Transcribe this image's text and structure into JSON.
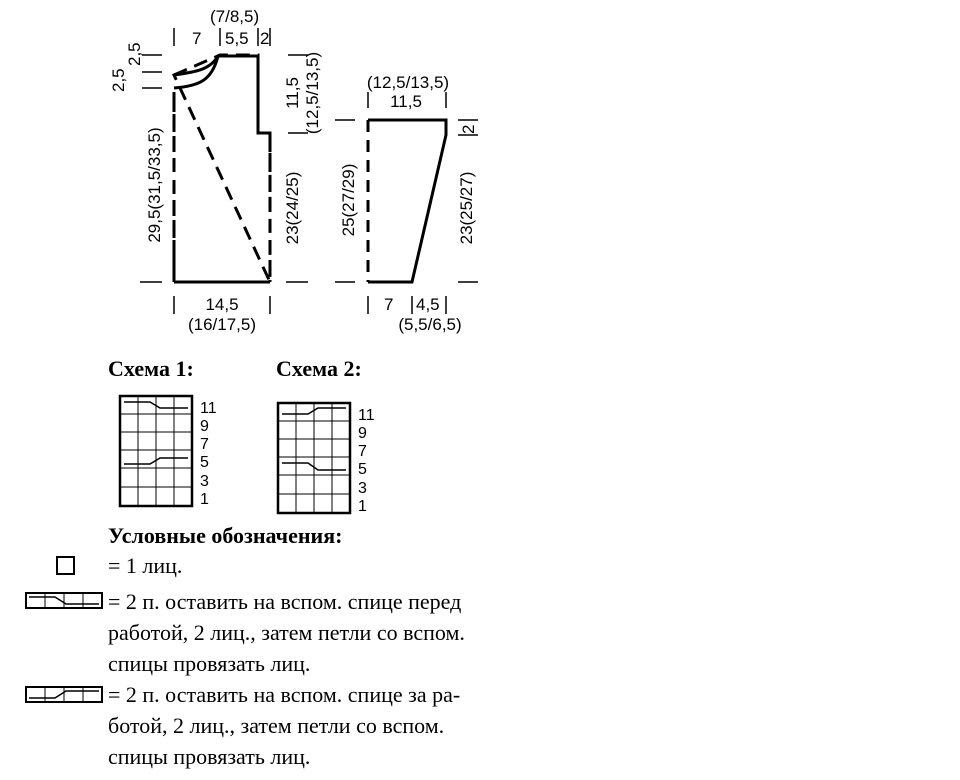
{
  "front": {
    "top_total": "(7/8,5)",
    "top_left": "7",
    "top_mid": "5,5",
    "top_right": "2",
    "neck_a": "2,5",
    "neck_b": "2,5",
    "left_height": "29,5(31,5/33,5)",
    "armhole": "11,5",
    "armhole_alt": "(12,5/13,5)",
    "right_height": "23(24/25)",
    "width": "14,5",
    "width_alt": "(16/17,5)"
  },
  "sleeve": {
    "top_alt": "(12,5/13,5)",
    "top": "11,5",
    "top_right": "2",
    "left_height": "25(27/29)",
    "right_height": "23(25/27)",
    "bottom_left": "7",
    "bottom_right": "4,5",
    "bottom_alt": "(5,5/6,5)"
  },
  "charts": [
    {
      "title": "Схема 1:",
      "rows": [
        "11",
        "9",
        "7",
        "5",
        "3",
        "1"
      ]
    },
    {
      "title": "Схема 2:",
      "rows": [
        "11",
        "9",
        "7",
        "5",
        "3",
        "1"
      ]
    }
  ],
  "legend": {
    "title": "Условные обозначения:",
    "items": [
      {
        "icon": "knit-square-icon",
        "lines": [
          "= 1 лиц."
        ]
      },
      {
        "icon": "cable-front-icon",
        "lines": [
          "= 2 п. оставить на вспом. спице перед",
          "работой, 2 лиц., затем петли со вспом.",
          "спицы провязать лиц."
        ]
      },
      {
        "icon": "cable-back-icon",
        "lines": [
          "= 2 п. оставить на вспом. спице за ра-",
          "ботой, 2 лиц., затем петли со вспом.",
          "спицы провязать лиц."
        ]
      }
    ]
  }
}
